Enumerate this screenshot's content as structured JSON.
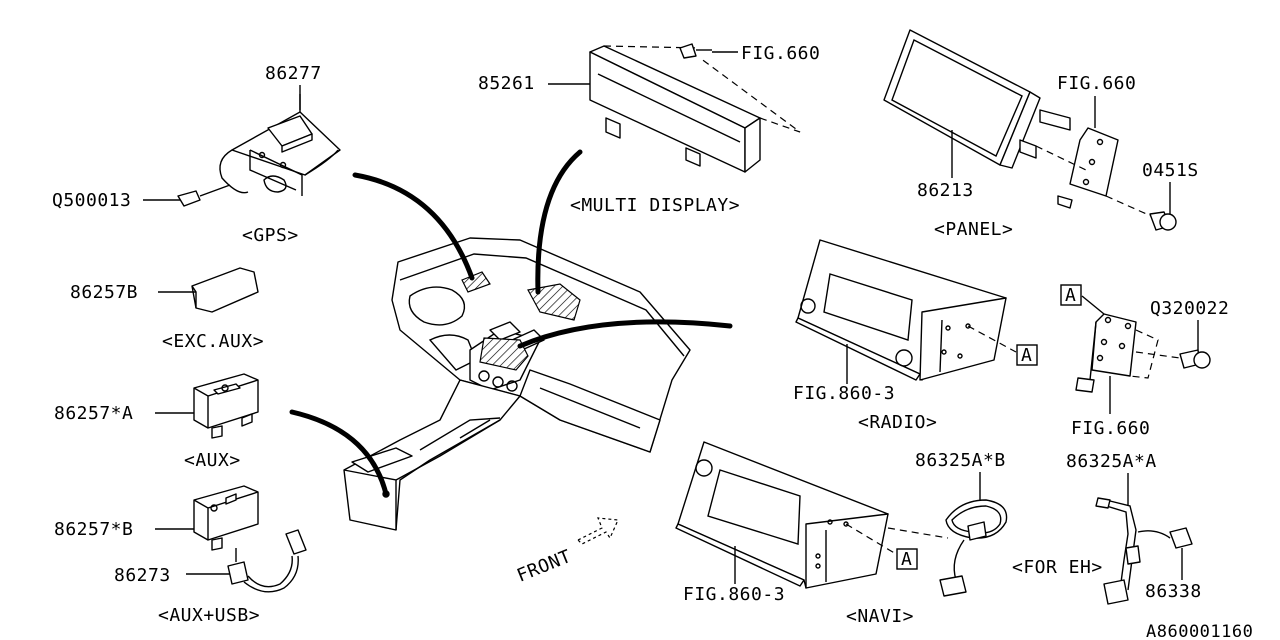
{
  "callouts": {
    "p86277": "86277",
    "q500013": "Q500013",
    "p85261": "85261",
    "fig660_top": "FIG.660",
    "fig660_panel": "FIG.660",
    "p86213": "86213",
    "p0451s": "0451S",
    "p86257b": "86257B",
    "p86257a": "86257*A",
    "p86257b2": "86257*B",
    "p86273": "86273",
    "fig8603_radio": "FIG.860-3",
    "fig8603_navi": "FIG.860-3",
    "q320022": "Q320022",
    "fig660_bracket": "FIG.660",
    "p86325ab": "86325A*B",
    "p86325aa": "86325A*A",
    "p86338": "86338",
    "ref_a1": "A",
    "ref_a2": "A",
    "ref_a3": "A"
  },
  "captions": {
    "gps": "<GPS>",
    "multi_display": "<MULTI DISPLAY>",
    "panel": "<PANEL>",
    "exc_aux": "<EXC.AUX>",
    "aux": "<AUX>",
    "aux_usb": "<AUX+USB>",
    "radio": "<RADIO>",
    "navi": "<NAVI>",
    "for_eh": "<FOR EH>",
    "front": "FRONT"
  },
  "diagram_id": "A860001160"
}
